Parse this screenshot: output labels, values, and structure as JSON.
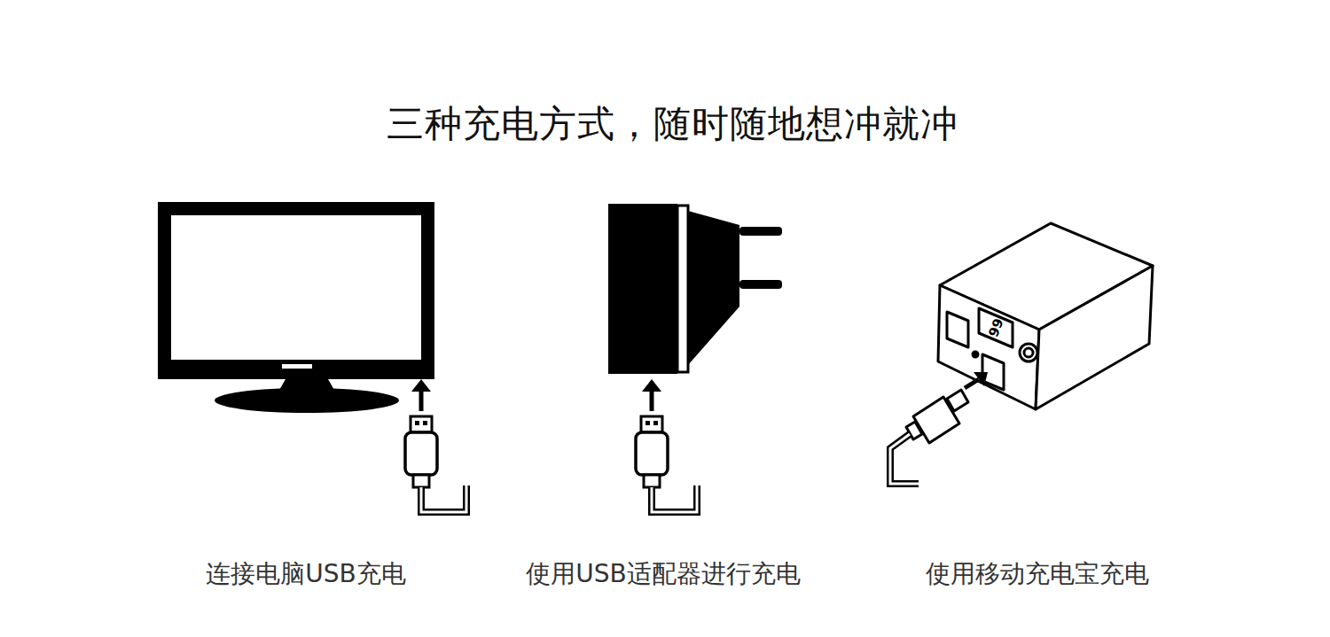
{
  "diagram": {
    "title": "三种充电方式，随时随地想冲就冲",
    "labels": [
      "连接电脑USB充电",
      "使用USB适配器进行充电",
      "使用移动充电宝充电",
      "99"
    ]
  }
}
